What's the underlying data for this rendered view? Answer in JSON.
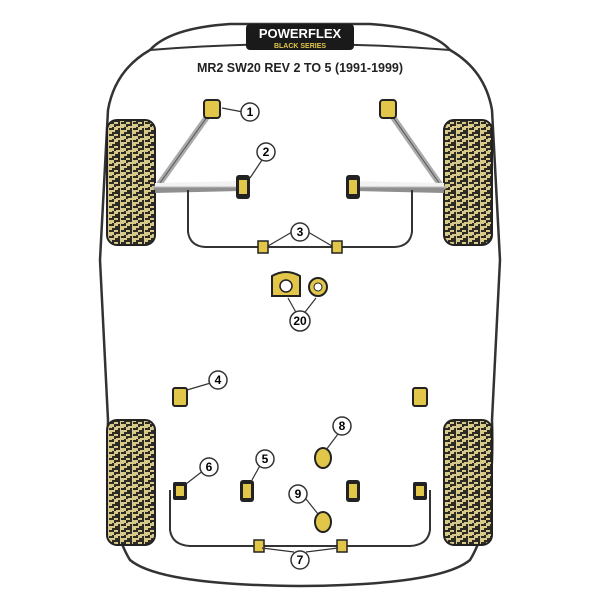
{
  "brand": {
    "name": "POWERFLEX",
    "tagline": "BLACK SERIES"
  },
  "diagram": {
    "title": "MR2 SW20 REV 2 TO 5 (1991-1999)",
    "callouts": [
      {
        "id": "c1",
        "label": "1"
      },
      {
        "id": "c2",
        "label": "2"
      },
      {
        "id": "c3",
        "label": "3"
      },
      {
        "id": "c4",
        "label": "4"
      },
      {
        "id": "c5",
        "label": "5"
      },
      {
        "id": "c6",
        "label": "6"
      },
      {
        "id": "c7",
        "label": "7"
      },
      {
        "id": "c8",
        "label": "8"
      },
      {
        "id": "c9",
        "label": "9"
      },
      {
        "id": "c20",
        "label": "20"
      }
    ]
  },
  "colors": {
    "outline": "#333333",
    "tyre_fill": "#d7c98a",
    "tyre_tread": "#2e2b25",
    "bush_yellow": "#e2c64a",
    "bush_dark": "#222222",
    "arm": "#c9c9c9"
  }
}
